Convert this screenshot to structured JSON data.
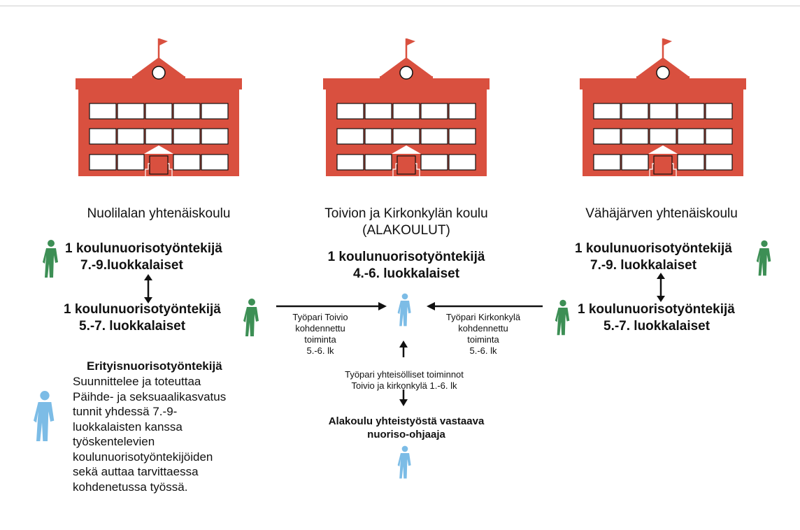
{
  "colors": {
    "school_red": "#d9503f",
    "window_white": "#ffffff",
    "worker_green": "#3d8f55",
    "worker_blue": "#7cbce6",
    "arrow_black": "#111111"
  },
  "schools": {
    "left": {
      "name": "Nuolilalan yhtenäiskoulu"
    },
    "center": {
      "name": "Toivion ja Kirkonkylän koulu",
      "subname": "(ALAKOULUT)"
    },
    "right": {
      "name": "Vähäjärven yhtenäiskoulu"
    }
  },
  "left_column": {
    "worker1": {
      "title": "1 koulunuorisotyöntekijä",
      "grades": "7.-9.luokkalaiset"
    },
    "worker2": {
      "title": "1 koulunuorisotyöntekijä",
      "grades": "5.-7. luokkalaiset"
    },
    "special": {
      "title": "Erityisnuorisotyöntekijä",
      "lines": [
        "Suunnittelee ja toteuttaa",
        "Päihde- ja seksuaalikasvatus",
        "tunnit yhdessä 7.-9-",
        "luokkalaisten kanssa",
        "työskentelevien",
        "koulunuorisotyöntekijöiden",
        "sekä auttaa tarvittaessa",
        "kohdenetussa työssä."
      ]
    }
  },
  "center_column": {
    "worker": {
      "title": "1 koulunuorisotyöntekijä",
      "grades": "4.-6. luokkalaiset"
    },
    "pair_left": [
      "Työpari Toivio",
      "kohdennettu",
      "toiminta",
      "5.-6. lk"
    ],
    "pair_right": [
      "Työpari Kirkonkylä",
      "kohdennettu",
      "toiminta",
      "5.-6. lk"
    ],
    "pair_common": [
      "Työpari yhteisölliset toiminnot",
      "Toivio ja kirkonkylä 1.-6. lk"
    ],
    "instructor": [
      "Alakoulu yhteistyöstä vastaava",
      "nuoriso-ohjaaja"
    ]
  },
  "right_column": {
    "worker1": {
      "title": "1 koulunuorisotyöntekijä",
      "grades": "7.-9. luokkalaiset"
    },
    "worker2": {
      "title": "1 koulunuorisotyöntekijä",
      "grades": "5.-7. luokkalaiset"
    }
  },
  "icons": {
    "school": "school-building-icon",
    "worker": "person-icon"
  }
}
